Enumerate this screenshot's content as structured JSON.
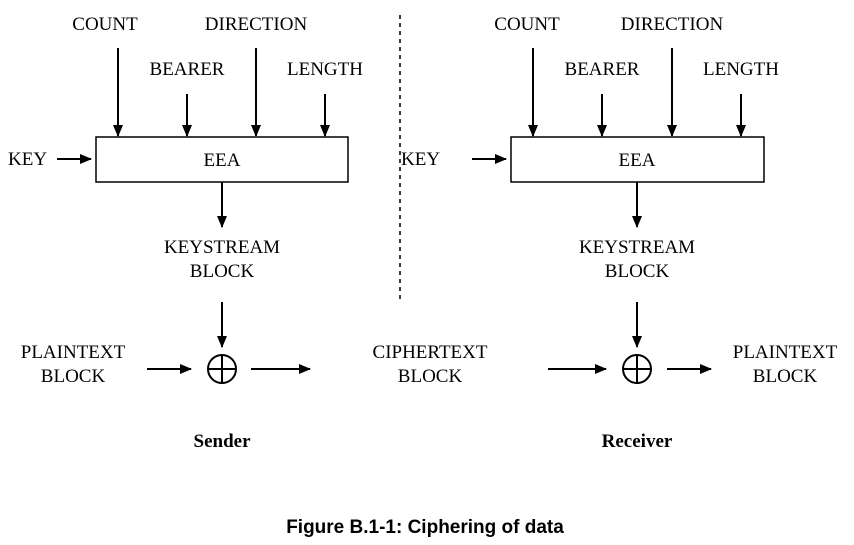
{
  "sender": {
    "inputs": {
      "count": "COUNT",
      "direction": "DIRECTION",
      "bearer": "BEARER",
      "length": "LENGTH",
      "key": "KEY"
    },
    "algorithm": "EEA",
    "keystream": [
      "KEYSTREAM",
      "BLOCK"
    ],
    "plaintext": [
      "PLAINTEXT",
      "BLOCK"
    ],
    "label": "Sender"
  },
  "receiver": {
    "inputs": {
      "count": "COUNT",
      "direction": "DIRECTION",
      "bearer": "BEARER",
      "length": "LENGTH",
      "key": "KEY"
    },
    "algorithm": "EEA",
    "keystream": [
      "KEYSTREAM",
      "BLOCK"
    ],
    "plaintext": [
      "PLAINTEXT",
      "BLOCK"
    ],
    "label": "Receiver"
  },
  "ciphertext": [
    "CIPHERTEXT",
    "BLOCK"
  ],
  "caption": "Figure B.1-1: Ciphering of data"
}
